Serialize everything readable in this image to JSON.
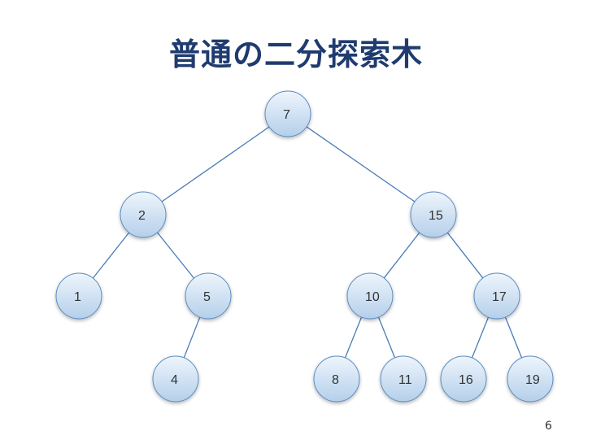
{
  "slide": {
    "title": "普通の二分探索木",
    "page_number": "6"
  },
  "tree": {
    "node_fill_top": "#eef5fc",
    "node_fill_bottom": "#b4cfea",
    "node_stroke": "#5d8cc0",
    "edge_color": "#4a7bb7",
    "text_color": "#333333",
    "nodes": [
      {
        "id": "n7",
        "label": "7"
      },
      {
        "id": "n2",
        "label": "2"
      },
      {
        "id": "n15",
        "label": "15"
      },
      {
        "id": "n1",
        "label": "1"
      },
      {
        "id": "n5",
        "label": "5"
      },
      {
        "id": "n10",
        "label": "10"
      },
      {
        "id": "n17",
        "label": "17"
      },
      {
        "id": "n4",
        "label": "4"
      },
      {
        "id": "n8",
        "label": "8"
      },
      {
        "id": "n11",
        "label": "11"
      },
      {
        "id": "n16",
        "label": "16"
      },
      {
        "id": "n19",
        "label": "19"
      }
    ],
    "edges": [
      {
        "from": "n7",
        "to": "n2"
      },
      {
        "from": "n7",
        "to": "n15"
      },
      {
        "from": "n2",
        "to": "n1"
      },
      {
        "from": "n2",
        "to": "n5"
      },
      {
        "from": "n15",
        "to": "n10"
      },
      {
        "from": "n15",
        "to": "n17"
      },
      {
        "from": "n5",
        "to": "n4"
      },
      {
        "from": "n10",
        "to": "n8"
      },
      {
        "from": "n10",
        "to": "n11"
      },
      {
        "from": "n17",
        "to": "n16"
      },
      {
        "from": "n17",
        "to": "n19"
      }
    ]
  }
}
